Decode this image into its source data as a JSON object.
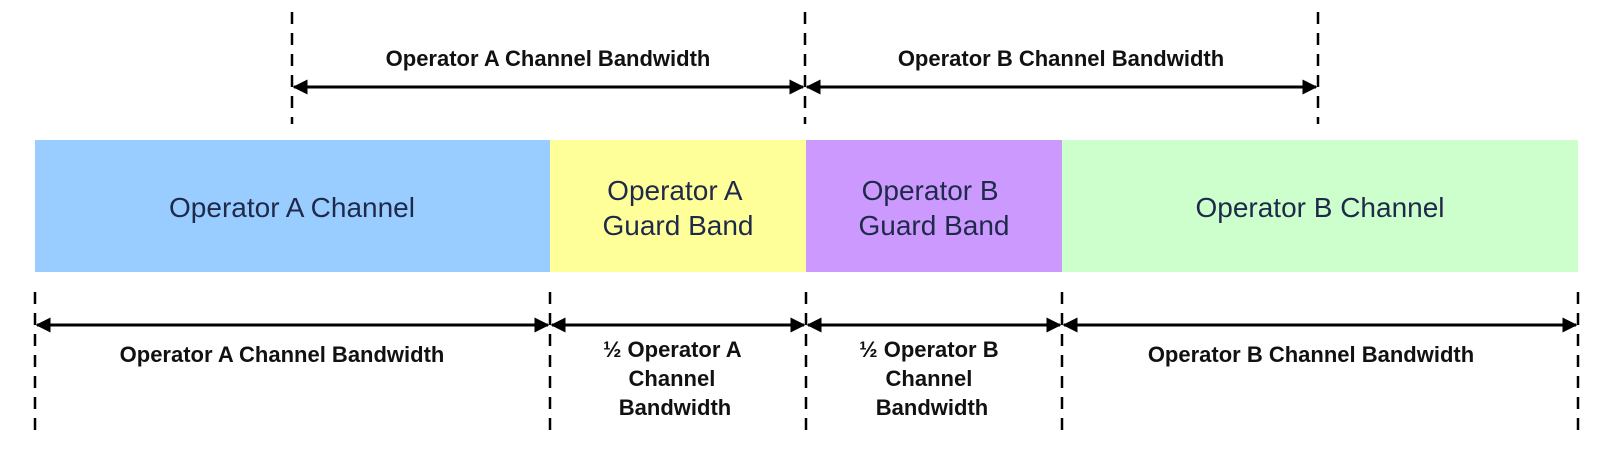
{
  "top_labels": {
    "operator_a": "Operator A Channel Bandwidth",
    "operator_b": "Operator B Channel Bandwidth"
  },
  "blocks": {
    "a_channel": {
      "lines": [
        "Operator A Channel"
      ],
      "color": "#99ccff"
    },
    "a_guard": {
      "lines": [
        "Operator A",
        "Guard Band"
      ],
      "color": "#ffff99"
    },
    "b_guard": {
      "lines": [
        "Operator B",
        "Guard Band"
      ],
      "color": "#cc99ff"
    },
    "b_channel": {
      "lines": [
        "Operator B Channel"
      ],
      "color": "#ccffcc"
    }
  },
  "bottom_labels": {
    "a_channel": [
      "Operator A Channel Bandwidth"
    ],
    "a_half": [
      "½ Operator A",
      "Channel",
      "Bandwidth"
    ],
    "b_half": [
      "½ Operator B",
      "Channel",
      "Bandwidth"
    ],
    "b_channel": [
      "Operator B Channel Bandwidth"
    ]
  }
}
